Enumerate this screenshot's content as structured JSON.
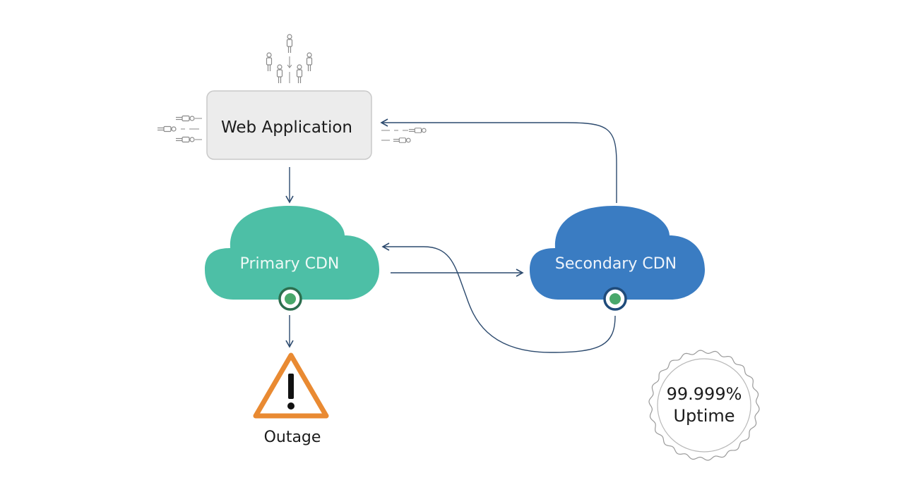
{
  "nodes": {
    "web_app": {
      "label": "Web Application"
    },
    "primary_cdn": {
      "label": "Primary CDN",
      "color": "#4dbfa6"
    },
    "secondary_cdn": {
      "label": "Secondary CDN",
      "color": "#3a7cc2"
    },
    "outage": {
      "label": "Outage",
      "color": "#e98a32"
    }
  },
  "badge": {
    "value": "99.999%",
    "label": "Uptime"
  },
  "colors": {
    "arrow": "#2c4a6e",
    "status_green": "#49a86b",
    "box_fill": "#ececec",
    "box_border": "#c9c9c9",
    "icon_gray": "#8a8a8a"
  },
  "icons": [
    "user-icon",
    "status-indicator",
    "warning-icon",
    "uptime-seal"
  ]
}
